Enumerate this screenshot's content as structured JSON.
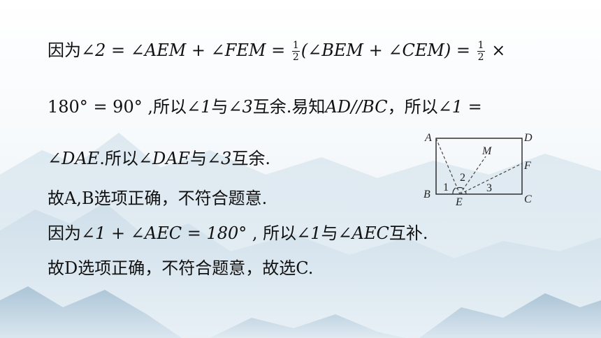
{
  "colors": {
    "text": "#111111",
    "background_sky": "#eef4f8",
    "mountain": "#b9cfdf"
  },
  "lines": {
    "l1": {
      "prefix": "因为",
      "m1": "∠2 = ∠AEM + ∠FEM = ",
      "frac1_num": "1",
      "frac1_den": "2",
      "m2": "(∠BEM + ∠CEM) = ",
      "frac2_num": "1",
      "frac2_den": "2",
      "m3": " ×"
    },
    "l2": {
      "m1": "180° = 90°",
      "t1": " ,所以",
      "m2": "∠1",
      "t2": "与",
      "m3": "∠3",
      "t3": "互余.易知",
      "m4": "AD//BC",
      "t4": "，所以",
      "m5": "∠1 ="
    },
    "l3": {
      "m1": "∠DAE",
      "t1": ".所以",
      "m2": "∠DAE",
      "t2": "与",
      "m3": "∠3",
      "t3": "互余."
    },
    "l4": {
      "text": "故A,B选项正确，不符合题意."
    },
    "l5": {
      "prefix": "因为",
      "m1": "∠1 + ∠AEC = 180°",
      "t1": " , 所以",
      "m2": "∠1",
      "t2": "与",
      "m3": "∠AEC",
      "t3": "互补."
    },
    "l6": {
      "text": "故D选项正确，不符合题意，故选C."
    }
  },
  "figure": {
    "A": "A",
    "D": "D",
    "M": "M",
    "F": "F",
    "B": "B",
    "E": "E",
    "C": "C",
    "angle1": "1",
    "angle2": "2",
    "angle3": "3"
  }
}
